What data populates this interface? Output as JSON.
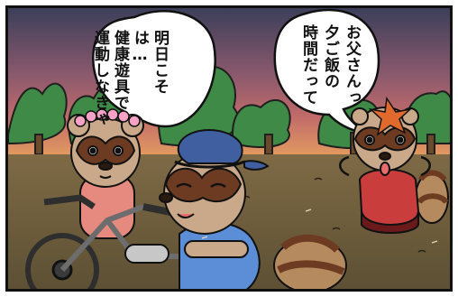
{
  "dialogue": {
    "father_bubble": [
      "明日こそは…",
      "健康遊具で",
      "運動しなきゃ"
    ],
    "son_bubble": [
      "お父さんっ",
      "夕ご飯の",
      "時間だって"
    ]
  },
  "colors": {
    "sky_top": "#3c3f5a",
    "sky_mid": "#c06a6a",
    "sky_low": "#e7a15e",
    "trees": "#3f8a46",
    "ground": "#6e5f3f",
    "raccoon_fur": "#c9a98a",
    "raccoon_mask": "#6c3b22",
    "father_shirt": "#5b8ed6",
    "father_cap": "#3f5fa0",
    "son_shirt": "#c93d3d",
    "son_pants": "#6a1a1a",
    "mother_shirt": "#e68a7f",
    "flower": "#f6a2c6",
    "leaf": "#e06a2e"
  }
}
